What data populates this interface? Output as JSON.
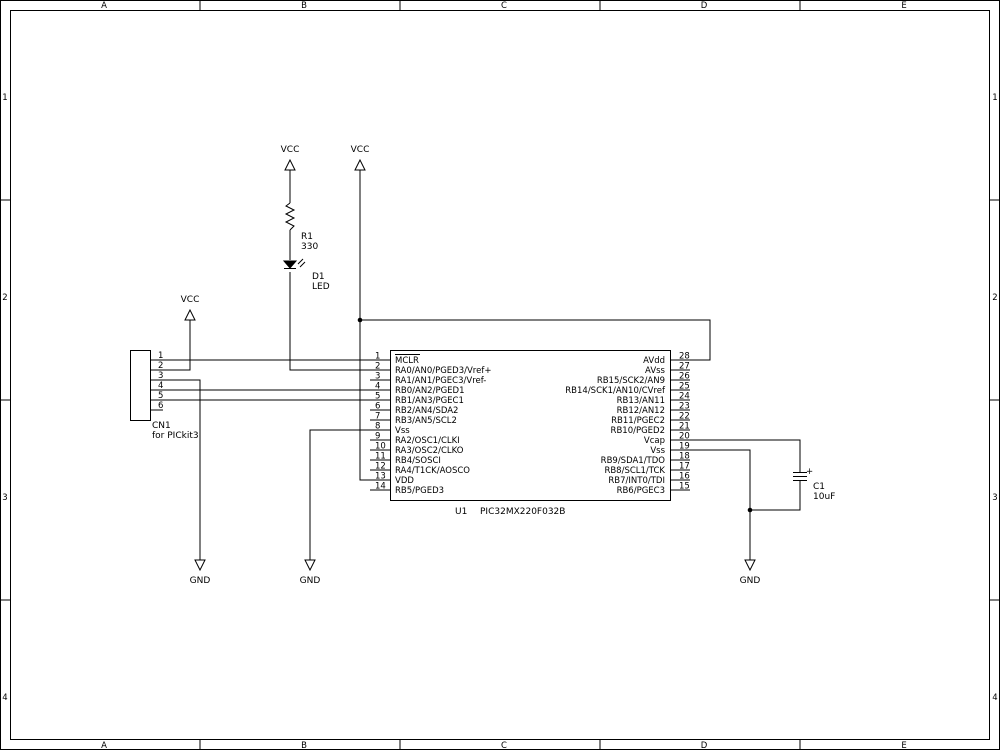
{
  "frame": {
    "columns": [
      "A",
      "B",
      "C",
      "D",
      "E"
    ],
    "rows": [
      "1",
      "2",
      "3",
      "4"
    ]
  },
  "power": {
    "vcc1": "VCC",
    "vcc2": "VCC",
    "vcc3": "VCC",
    "gnd1": "GND",
    "gnd2": "GND",
    "gnd3": "GND"
  },
  "r1": {
    "ref": "R1",
    "value": "330"
  },
  "d1": {
    "ref": "D1",
    "value": "LED"
  },
  "c1": {
    "ref": "C1",
    "value": "10uF",
    "polarity": "+"
  },
  "cn1": {
    "ref": "CN1",
    "value": "for PICkit3",
    "pins": [
      "1",
      "2",
      "3",
      "4",
      "5",
      "6"
    ]
  },
  "u1": {
    "ref": "U1",
    "part": "PIC32MX220F032B",
    "left_pins": [
      {
        "num": "1",
        "name": "MCLR"
      },
      {
        "num": "2",
        "name": "RA0/AN0/PGED3/Vref+"
      },
      {
        "num": "3",
        "name": "RA1/AN1/PGEC3/Vref-"
      },
      {
        "num": "4",
        "name": "RB0/AN2/PGED1"
      },
      {
        "num": "5",
        "name": "RB1/AN3/PGEC1"
      },
      {
        "num": "6",
        "name": "RB2/AN4/SDA2"
      },
      {
        "num": "7",
        "name": "RB3/AN5/SCL2"
      },
      {
        "num": "8",
        "name": "Vss"
      },
      {
        "num": "9",
        "name": "RA2/OSC1/CLKI"
      },
      {
        "num": "10",
        "name": "RA3/OSC2/CLKO"
      },
      {
        "num": "11",
        "name": "RB4/SOSCI"
      },
      {
        "num": "12",
        "name": "RA4/T1CK/AOSCO"
      },
      {
        "num": "13",
        "name": "VDD"
      },
      {
        "num": "14",
        "name": "RB5/PGED3"
      }
    ],
    "right_pins": [
      {
        "num": "28",
        "name": "AVdd"
      },
      {
        "num": "27",
        "name": "AVss"
      },
      {
        "num": "26",
        "name": "RB15/SCK2/AN9"
      },
      {
        "num": "25",
        "name": "RB14/SCK1/AN10/CVref"
      },
      {
        "num": "24",
        "name": "RB13/AN11"
      },
      {
        "num": "23",
        "name": "RB12/AN12"
      },
      {
        "num": "22",
        "name": "RB11/PGEC2"
      },
      {
        "num": "21",
        "name": "RB10/PGED2"
      },
      {
        "num": "20",
        "name": "Vcap"
      },
      {
        "num": "19",
        "name": "Vss"
      },
      {
        "num": "18",
        "name": "RB9/SDA1/TDO"
      },
      {
        "num": "17",
        "name": "RB8/SCL1/TCK"
      },
      {
        "num": "16",
        "name": "RB7/INT0/TDI"
      },
      {
        "num": "15",
        "name": "RB6/PGEC3"
      }
    ]
  }
}
